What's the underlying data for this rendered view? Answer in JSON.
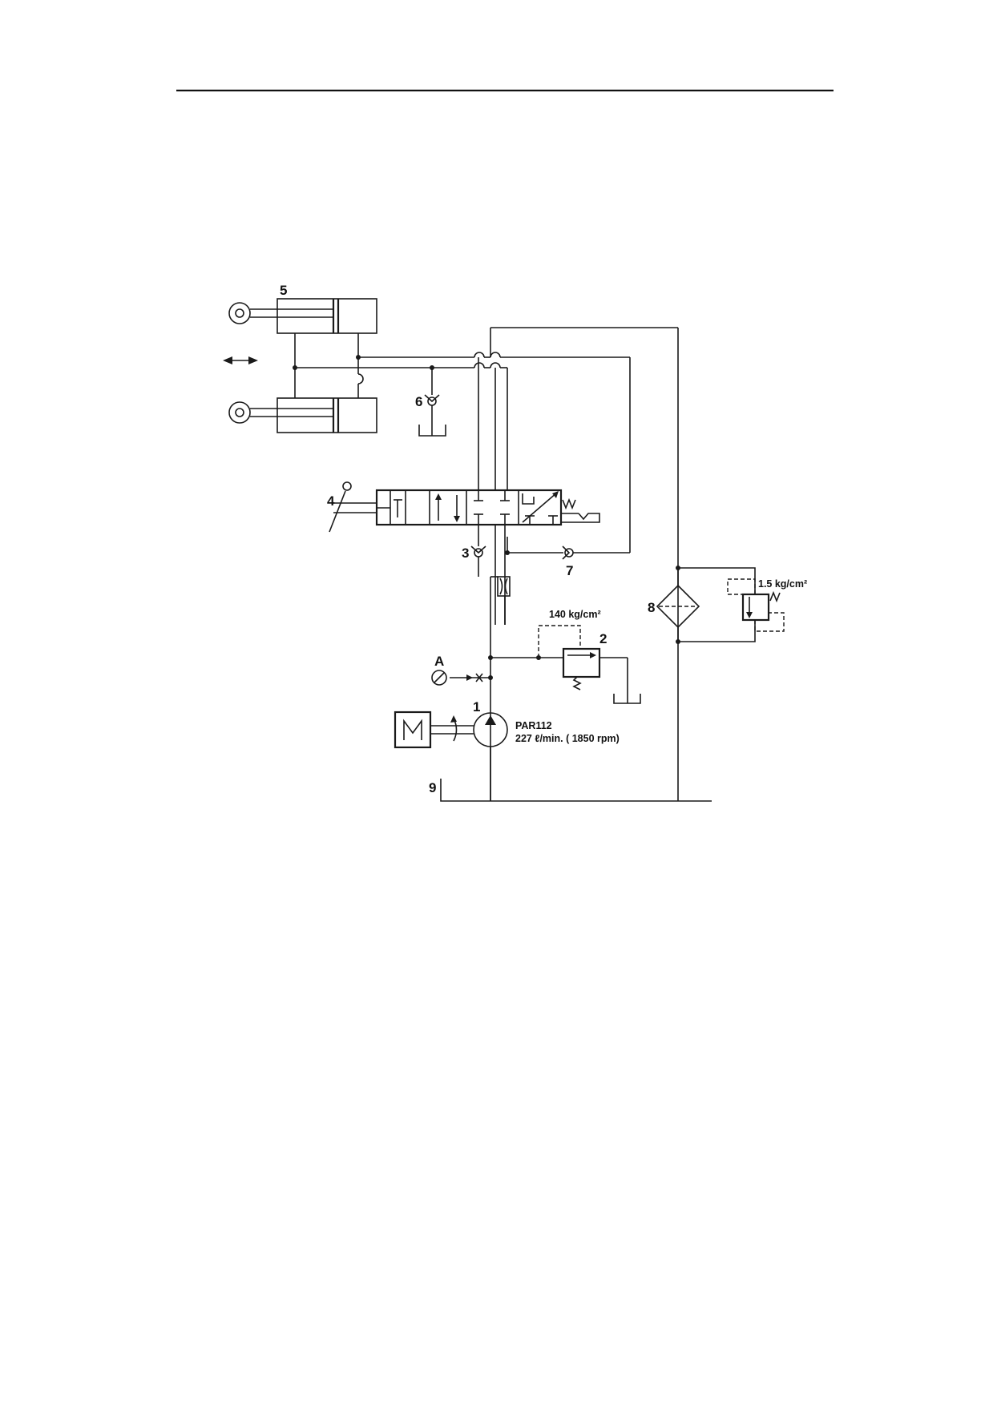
{
  "labels": {
    "cylinders": "5",
    "check_valve_6": "6",
    "control_lever": "4",
    "check_valve_3": "3",
    "check_valve_7": "7",
    "filter": "8",
    "relief_valve": "2",
    "pump": "1",
    "gauge": "A",
    "tank": "9"
  },
  "annotations": {
    "relief_pressure": "140 kg/cm²",
    "bypass_pressure": "1.5 kg/cm²",
    "pump_model": "PAR112",
    "pump_flow": "227 ℓ/min. ( 1850 rpm)"
  },
  "icons": {
    "motor": "motor-icon",
    "pump": "pump-icon",
    "gauge": "pressure-gauge-icon"
  }
}
